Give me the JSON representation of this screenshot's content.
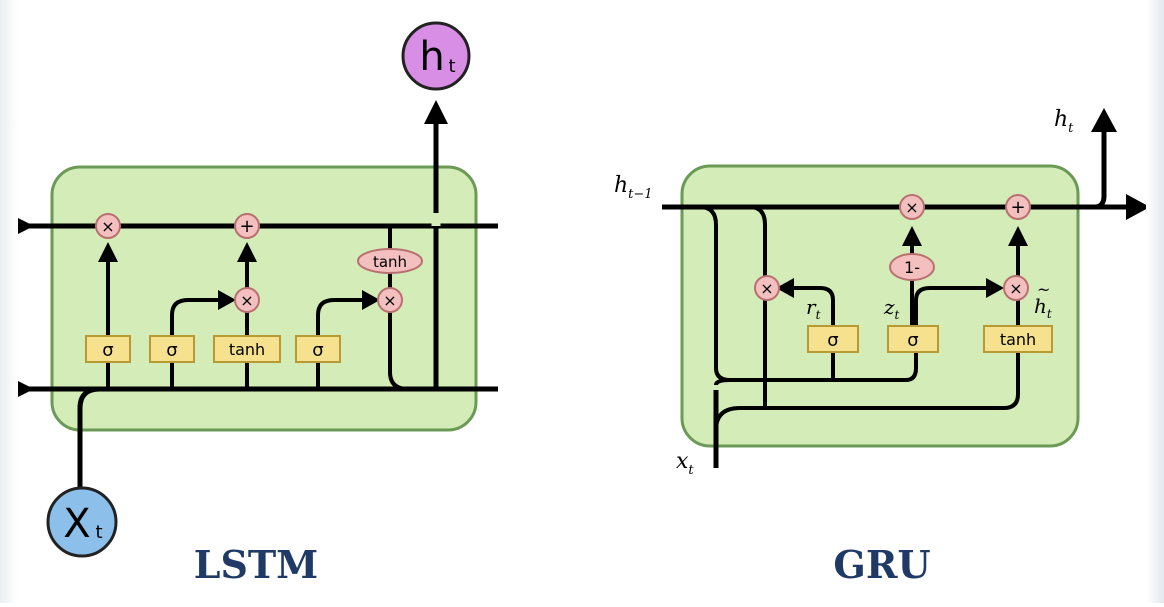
{
  "lstm": {
    "caption": "LSTM",
    "output_label": "h",
    "output_sub": "t",
    "input_label": "X",
    "input_sub": "t",
    "ops": {
      "mul": "×",
      "add": "+",
      "tanh": "tanh"
    },
    "gates": [
      "σ",
      "σ",
      "tanh",
      "σ"
    ]
  },
  "gru": {
    "caption": "GRU",
    "h_prev_base": "h",
    "h_prev_sub": "t−1",
    "h_out_base": "h",
    "h_out_sub": "t",
    "x_base": "x",
    "x_sub": "t",
    "r_base": "r",
    "r_sub": "t",
    "z_base": "z",
    "z_sub": "t",
    "hcand_base": "h",
    "hcand_tilde": "~",
    "hcand_sub": "t",
    "ops": {
      "mul": "×",
      "add": "+",
      "one_minus": "1-"
    },
    "gates": [
      "σ",
      "σ",
      "tanh"
    ]
  },
  "colors": {
    "cell_fill": "#d3ecb8",
    "cell_stroke": "#6a9a55",
    "op_fill": "#f4bfbf",
    "op_stroke": "#b87070",
    "gate_fill": "#f6e28e",
    "gate_stroke": "#b89a35",
    "h_circle": "#d98ee6",
    "x_circle": "#8cc0ea",
    "caption": "#1f3a66"
  }
}
